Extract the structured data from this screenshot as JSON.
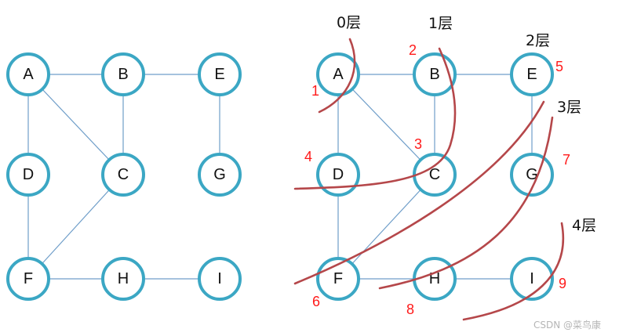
{
  "left_graph": {
    "nodes": [
      "A",
      "B",
      "E",
      "D",
      "C",
      "G",
      "F",
      "H",
      "I"
    ],
    "edges": [
      [
        "A",
        "B"
      ],
      [
        "B",
        "E"
      ],
      [
        "A",
        "D"
      ],
      [
        "A",
        "C"
      ],
      [
        "B",
        "C"
      ],
      [
        "E",
        "G"
      ],
      [
        "D",
        "F"
      ],
      [
        "C",
        "F"
      ],
      [
        "F",
        "H"
      ],
      [
        "H",
        "I"
      ]
    ]
  },
  "right_graph": {
    "nodes": [
      "A",
      "B",
      "E",
      "D",
      "C",
      "G",
      "F",
      "H",
      "I"
    ],
    "edges": [
      [
        "A",
        "B"
      ],
      [
        "B",
        "E"
      ],
      [
        "A",
        "D"
      ],
      [
        "A",
        "C"
      ],
      [
        "B",
        "C"
      ],
      [
        "E",
        "G"
      ],
      [
        "D",
        "F"
      ],
      [
        "C",
        "F"
      ],
      [
        "F",
        "H"
      ],
      [
        "H",
        "I"
      ]
    ]
  },
  "layers": [
    "0层",
    "1层",
    "2层",
    "3层",
    "4层"
  ],
  "visit_order": [
    "1",
    "2",
    "3",
    "4",
    "5",
    "6",
    "7",
    "8",
    "9"
  ],
  "watermark": "CSDN @菜鸟康",
  "colors": {
    "node_stroke": "#3ba7c4",
    "edge": "#6f9ec9",
    "layer_curve": "#b5474a",
    "order_number": "#ff1a1a"
  }
}
